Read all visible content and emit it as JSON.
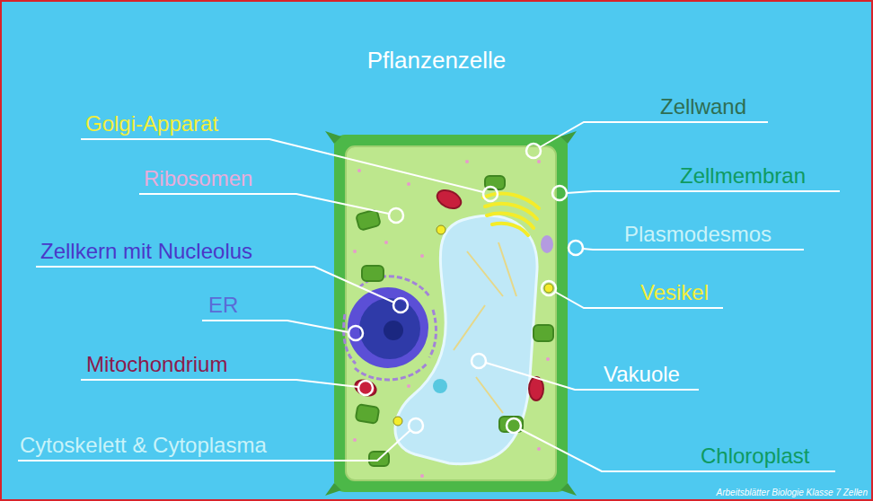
{
  "diagram": {
    "title": "Pflanzenzelle",
    "labels": [
      "Golgi-Apparat",
      "Ribosomen",
      "Zellkern mit Nucleolus",
      "ER",
      "Mitochondrium",
      "Cytoskelett & Cytoplasma",
      "Zellwand",
      "Zellmembran",
      "Plasmodesmos",
      "Vesikel",
      "Vakuole",
      "Chloroplast",
      "Arbeitsblätter Biologie Klasse 7 Zellen"
    ]
  }
}
